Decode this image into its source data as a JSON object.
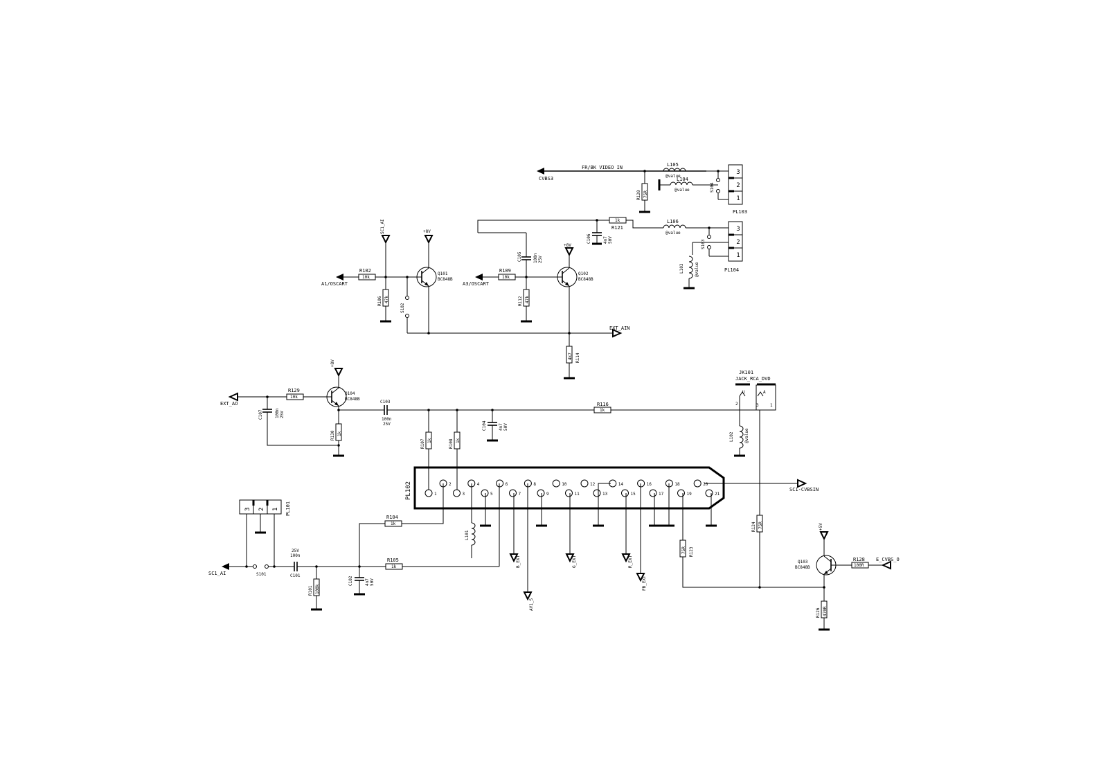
{
  "net_labels": {
    "fr_bk_video_in": "FR/BK VIDEO IN",
    "cvbs3": "CVBS3",
    "a1_oscart": "A1/OSCART",
    "a3_oscart": "A3/OSCART",
    "sc1_ai_top": "SC1_AI",
    "ext_ain": "EXT_AIN",
    "ext_ao": "EXT_AO",
    "sc1_cvbsin": "SC1-CVBSIN",
    "sc1_ai_bottom": "SC1_AI",
    "b_ext": "B_EXT",
    "g_ext": "G_EXT",
    "r_ext": "R_EXT",
    "fb_ext": "FB_EXT",
    "av1_s": "AV1_S",
    "e_cvbs_o": "E_CVBS_O"
  },
  "supply": {
    "plus8v": "+8V",
    "plus5v": "+5V"
  },
  "resistors": {
    "r102": {
      "ref": "R102",
      "value": "10k"
    },
    "r106": {
      "ref": "R106",
      "value": "47k"
    },
    "r109": {
      "ref": "R109",
      "value": "10k"
    },
    "r112": {
      "ref": "R112",
      "value": "47k"
    },
    "r114": {
      "ref": "R114",
      "value": "4k7"
    },
    "r121": {
      "ref": "R121",
      "value": "1k"
    },
    "r120": {
      "ref": "R120",
      "value": "75R"
    },
    "r129": {
      "ref": "R129",
      "value": "10k"
    },
    "r130": {
      "ref": "R130",
      "value": "1k"
    },
    "r116": {
      "ref": "R116",
      "value": "1k"
    },
    "r107": {
      "ref": "R107",
      "value": "1k"
    },
    "r108": {
      "ref": "R108",
      "value": "1k"
    },
    "r104": {
      "ref": "R104",
      "value": "1k"
    },
    "r105": {
      "ref": "R105",
      "value": "1k"
    },
    "r101": {
      "ref": "R101",
      "value": "100k"
    },
    "r123": {
      "ref": "R123",
      "value": "75R"
    },
    "r124": {
      "ref": "R124",
      "value": "75R"
    },
    "r128": {
      "ref": "R128",
      "value": "100R"
    },
    "r126": {
      "ref": "R126",
      "value": "470R"
    }
  },
  "capacitors": {
    "c105": {
      "ref": "C105",
      "value": "100n",
      "voltage": "25V"
    },
    "c106": {
      "ref": "C106",
      "value": "4n7",
      "voltage": "50V"
    },
    "c107": {
      "ref": "C107",
      "value": "100n",
      "voltage": "25V"
    },
    "c103": {
      "ref": "C103",
      "value": "100n",
      "voltage": "25V"
    },
    "c104": {
      "ref": "C104",
      "value": "4n7",
      "voltage": "50V"
    },
    "c101": {
      "ref": "C101",
      "value": "100n",
      "voltage": "25V"
    },
    "c102": {
      "ref": "C102",
      "value": "4n7",
      "voltage": "50V"
    }
  },
  "inductors": {
    "l105": {
      "ref": "L105",
      "value": "@value"
    },
    "l104": {
      "ref": "L104",
      "value": "@value"
    },
    "l106": {
      "ref": "L106",
      "value": "@value"
    },
    "l103": {
      "ref": "L103",
      "value": "@value"
    },
    "l102": {
      "ref": "L102",
      "value": "@value"
    },
    "l101": {
      "ref": "L101",
      "value": ""
    }
  },
  "transistors": {
    "q101": {
      "ref": "Q101",
      "part": "BC848B"
    },
    "q102": {
      "ref": "Q102",
      "part": "BC848B"
    },
    "q104": {
      "ref": "Q104",
      "part": "BC848B"
    },
    "q103": {
      "ref": "Q103",
      "part": "BC848B"
    }
  },
  "switches": {
    "s101": "S101",
    "s102": "S102",
    "s103": "S103",
    "s104": "S104"
  },
  "connectors": {
    "pl101": {
      "ref": "PL101",
      "pins": [
        "3",
        "2",
        "1"
      ]
    },
    "pl103": {
      "ref": "PL103",
      "pins": [
        "3",
        "2",
        "1"
      ]
    },
    "pl104": {
      "ref": "PL104",
      "pins": [
        "3",
        "2",
        "1"
      ]
    },
    "pl102": {
      "ref": "PL102",
      "top_pins": [
        "2",
        "4",
        "6",
        "8",
        "10",
        "12",
        "14",
        "16",
        "18",
        "20"
      ],
      "bottom_pins": [
        "1",
        "3",
        "5",
        "7",
        "9",
        "11",
        "13",
        "15",
        "17",
        "19",
        "21"
      ]
    },
    "jk101": {
      "ref": "JK101",
      "part": "JACK_RCA_DVD",
      "pins": [
        "2",
        "3",
        "1"
      ],
      "marks": [
        "U",
        "A"
      ]
    }
  }
}
